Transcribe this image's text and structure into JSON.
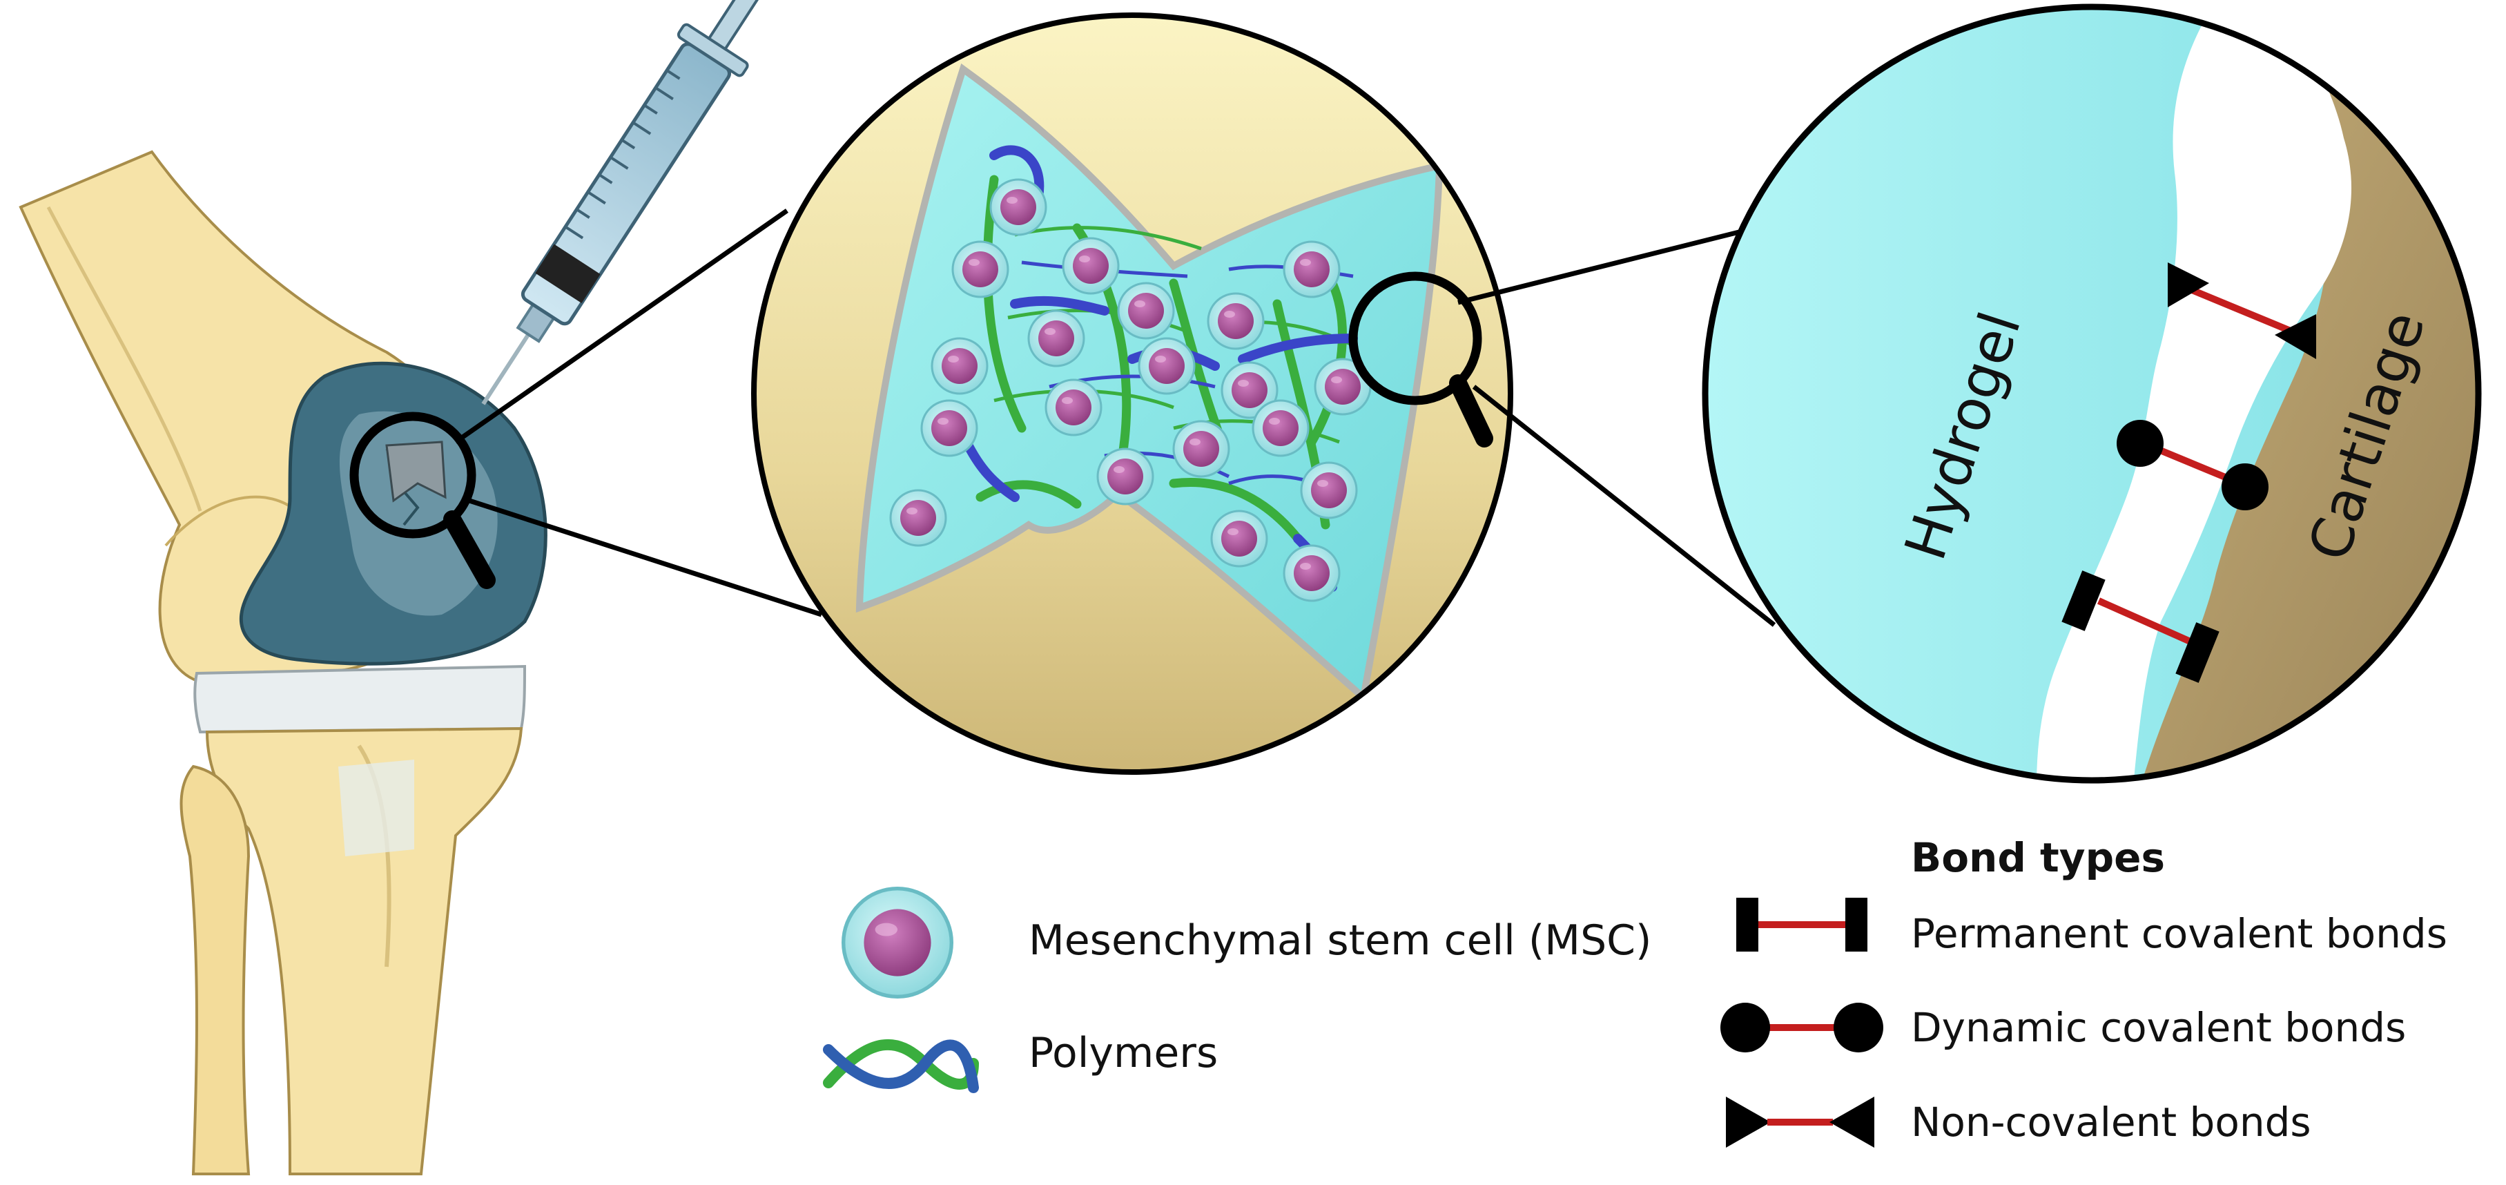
{
  "circle_labels": {
    "hydrogel": "Hydrogel",
    "cartilage": "Cartilage"
  },
  "legend": {
    "msc": "Mesenchymal stem cell (MSC)",
    "polymers": "Polymers"
  },
  "bond_legend": {
    "title": "Bond types",
    "permanent": "Permanent covalent bonds",
    "dynamic": "Dynamic covalent bonds",
    "noncovalent": "Non-covalent bonds"
  },
  "colors": {
    "bone": "#f6e3a8",
    "cartilage_blue": "#3f6f82",
    "hydrogel": "#9ff0ef",
    "cartilage_tan": "#b19a6c",
    "bond_red": "#c41e1e",
    "cell_membrane": "#a8e6ea",
    "cell_nucleus": "#a84f95",
    "polymer_green": "#3aae3e",
    "polymer_blue": "#3a45c8"
  },
  "icons": [
    "syringe-icon",
    "magnifier-icon",
    "msc-cell-icon",
    "polymer-icon"
  ]
}
